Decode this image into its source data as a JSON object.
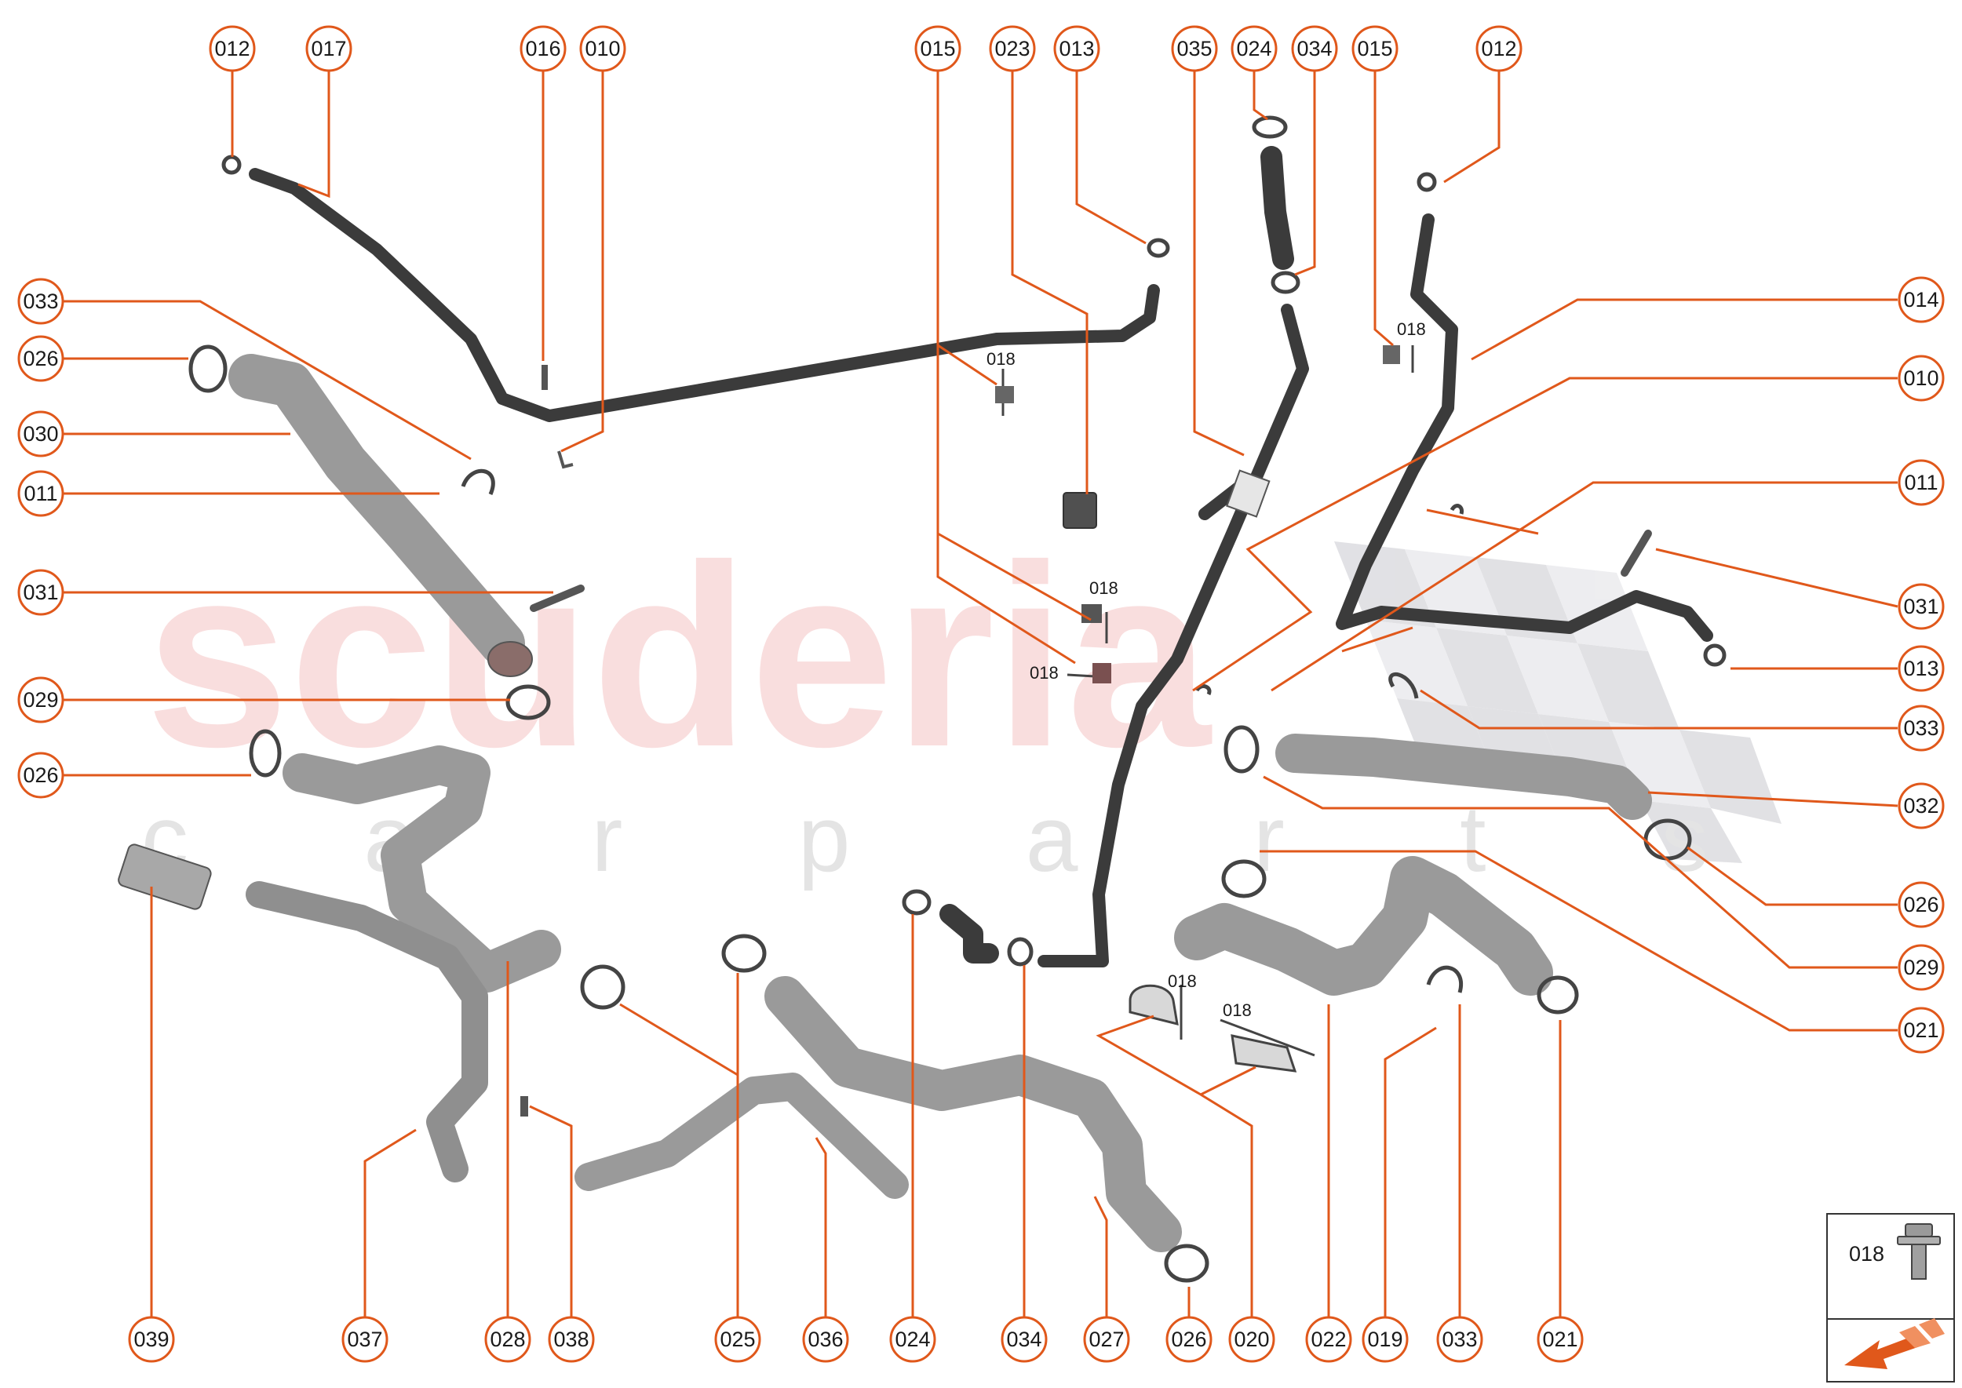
{
  "watermark": {
    "brand": "scuderia",
    "sub": "c a r   p a r t s"
  },
  "colors": {
    "accent": "#e0581b",
    "hose_dark": "#3b3b3b",
    "hose_light": "#9a9a9a",
    "outline": "#555555",
    "checker": "#c9c9cf"
  },
  "callouts_top": [
    "012",
    "017",
    "016",
    "010",
    "015",
    "023",
    "013",
    "035",
    "024",
    "034",
    "015",
    "012"
  ],
  "callouts_left": [
    "033",
    "026",
    "030",
    "011",
    "031",
    "029",
    "026"
  ],
  "callouts_right": [
    "014",
    "010",
    "011",
    "031",
    "013",
    "033",
    "032",
    "026",
    "029",
    "021"
  ],
  "callouts_bottom": [
    "039",
    "037",
    "028",
    "038",
    "025",
    "036",
    "024",
    "034",
    "027",
    "026",
    "020",
    "022",
    "019",
    "033",
    "021"
  ],
  "part_labels_018": [
    "018",
    "018",
    "018",
    "018",
    "018",
    "018"
  ],
  "legend": {
    "part": "018",
    "icon": "bolt-icon"
  },
  "nav": {
    "icon": "arrow-icon"
  }
}
